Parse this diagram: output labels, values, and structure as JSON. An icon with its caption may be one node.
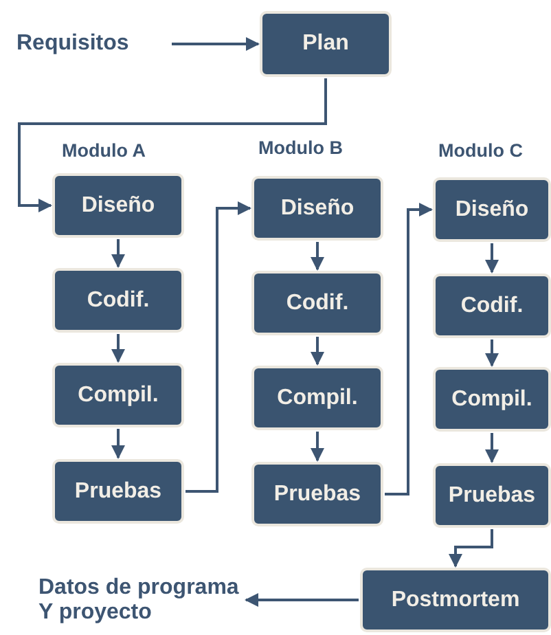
{
  "diagram": {
    "nodes": [
      {
        "text": [
          "Requisitos"
        ]
      },
      {
        "text": [
          "Plan"
        ]
      },
      {
        "text": [
          "Diseño"
        ]
      },
      {
        "text": [
          "Codif."
        ]
      },
      {
        "text": [
          "Compil."
        ]
      },
      {
        "text": [
          "Pruebas"
        ]
      },
      {
        "text": [
          "Diseño"
        ]
      },
      {
        "text": [
          "Codif."
        ]
      },
      {
        "text": [
          "Compil."
        ]
      },
      {
        "text": [
          "Pruebas"
        ]
      },
      {
        "text": [
          "Diseño"
        ]
      },
      {
        "text": [
          "Codif."
        ]
      },
      {
        "text": [
          "Compil."
        ]
      },
      {
        "text": [
          "Pruebas"
        ]
      },
      {
        "text": [
          "Postmortem"
        ]
      },
      {
        "text": [
          "Datos de programa Y proyecto"
        ]
      }
    ],
    "edges": [
      {
        "from": 0,
        "to": 1,
        "arrow": "to"
      },
      {
        "from": 1,
        "to": 2,
        "arrow": "to"
      },
      {
        "from": 2,
        "to": 3,
        "arrow": "to"
      },
      {
        "from": 3,
        "to": 4,
        "arrow": "to"
      },
      {
        "from": 4,
        "to": 5,
        "arrow": "to"
      },
      {
        "from": 5,
        "to": 6,
        "arrow": "to"
      },
      {
        "from": 6,
        "to": 7,
        "arrow": "to"
      },
      {
        "from": 7,
        "to": 8,
        "arrow": "to"
      },
      {
        "from": 8,
        "to": 9,
        "arrow": "to"
      },
      {
        "from": 9,
        "to": 10,
        "arrow": "to"
      },
      {
        "from": 10,
        "to": 11,
        "arrow": "to"
      },
      {
        "from": 11,
        "to": 12,
        "arrow": "to"
      },
      {
        "from": 12,
        "to": 13,
        "arrow": "to"
      },
      {
        "from": 13,
        "to": 14,
        "arrow": "to"
      },
      {
        "from": 14,
        "to": 15,
        "arrow": "to"
      }
    ],
    "labels": [
      "Modulo A",
      "Modulo B",
      "Modulo C"
    ]
  }
}
